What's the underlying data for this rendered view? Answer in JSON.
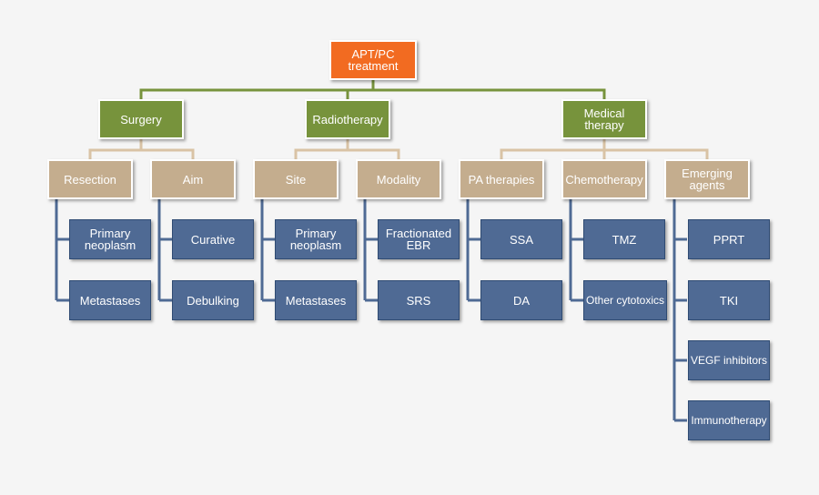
{
  "colors": {
    "root": "#f26b21",
    "category": "#77933c",
    "subcategory": "#c4ad8e",
    "item": "#4f6a94",
    "connector_top": "#77933c",
    "connector_mid": "#d9c3a5",
    "connector_leaf": "#4f6a94"
  },
  "root": {
    "label": "APT/PC\ntreatment"
  },
  "categories": [
    {
      "label": "Surgery"
    },
    {
      "label": "Radiotherapy"
    },
    {
      "label": "Medical therapy"
    }
  ],
  "subcategories": [
    {
      "label": "Resection"
    },
    {
      "label": "Aim"
    },
    {
      "label": "Site"
    },
    {
      "label": "Modality"
    },
    {
      "label": "PA therapies"
    },
    {
      "label": "Chemotherapy"
    },
    {
      "label": "Emerging\nagents"
    }
  ],
  "items": [
    {
      "label": "Primary\nneoplasm"
    },
    {
      "label": "Metastases"
    },
    {
      "label": "Curative"
    },
    {
      "label": "Debulking"
    },
    {
      "label": "Primary\nneoplasm"
    },
    {
      "label": "Metastases"
    },
    {
      "label": "Fractionated\nEBR"
    },
    {
      "label": "SRS"
    },
    {
      "label": "SSA"
    },
    {
      "label": "DA"
    },
    {
      "label": "TMZ"
    },
    {
      "label": "Other cytotoxics"
    },
    {
      "label": "PPRT"
    },
    {
      "label": "TKI"
    },
    {
      "label": "VEGF inhibitors"
    },
    {
      "label": "Immunotherapy"
    }
  ]
}
